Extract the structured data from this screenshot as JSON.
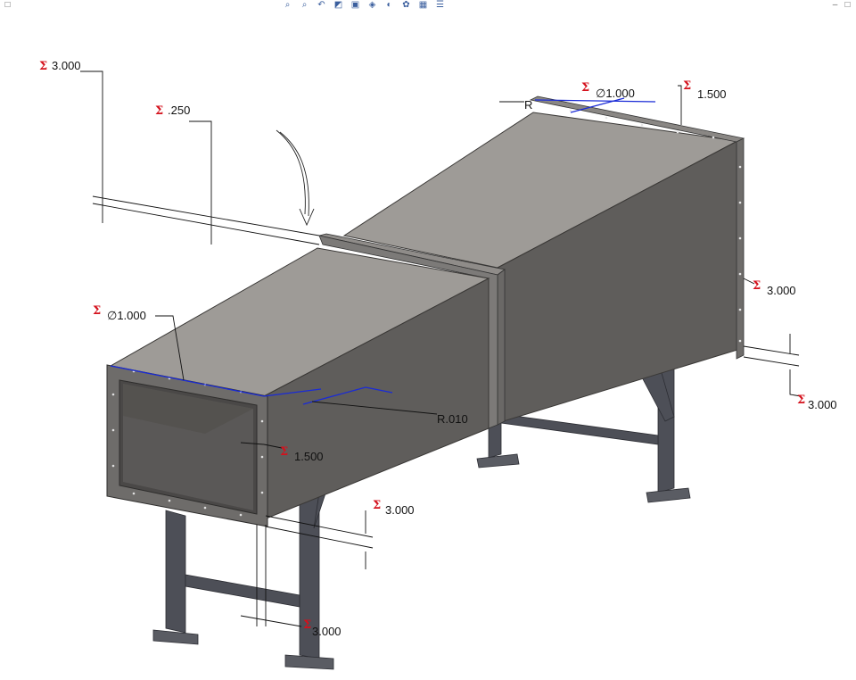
{
  "toolbar": {
    "icons": [
      {
        "name": "zoom-to-fit-icon",
        "glyph": "⌕"
      },
      {
        "name": "zoom-to-area-icon",
        "glyph": "⌕"
      },
      {
        "name": "previous-view-icon",
        "glyph": "↶"
      },
      {
        "name": "section-view-icon",
        "glyph": "◩"
      },
      {
        "name": "view-orientation-icon",
        "glyph": "▣"
      },
      {
        "name": "display-style-icon",
        "glyph": "◈"
      },
      {
        "name": "hide-show-items-icon",
        "glyph": "◐"
      },
      {
        "name": "edit-appearance-icon",
        "glyph": "✿"
      },
      {
        "name": "apply-scene-icon",
        "glyph": "▦"
      },
      {
        "name": "view-settings-icon",
        "glyph": "☰"
      }
    ],
    "window_controls": [
      "–",
      "□"
    ]
  },
  "colors": {
    "dimension_line": "#111111",
    "annotation_blue": "#1a2bd6",
    "sigma_red": "#d4111c",
    "duct_top": "#9e9b97",
    "duct_side": "#5f5d5b",
    "flange": "#6e6c6a",
    "frame": "#4d4f57"
  },
  "dimensions": {
    "top_left_3000": {
      "symbol": "Σ",
      "value": "3.000"
    },
    "top_250": {
      "symbol": "Σ",
      "value": ".250"
    },
    "top_right_dia": {
      "symbol": "Σ",
      "value": "∅1.000"
    },
    "top_right_1500": {
      "symbol": "Σ",
      "value": "1.500"
    },
    "right_3000_a": {
      "symbol": "Σ",
      "value": "3.000"
    },
    "right_3000_b": {
      "symbol": "Σ",
      "value": "3.000"
    },
    "left_dia": {
      "symbol": "Σ",
      "value": "∅1.000"
    },
    "radius": {
      "value": "R.010"
    },
    "inner_1500": {
      "symbol": "Σ",
      "value": "1.500"
    },
    "bottom_3000_a": {
      "symbol": "Σ",
      "value": "3.000"
    },
    "bottom_3000_b": {
      "symbol": "Σ",
      "value": "3.000"
    },
    "top_r": {
      "value": "R"
    }
  }
}
